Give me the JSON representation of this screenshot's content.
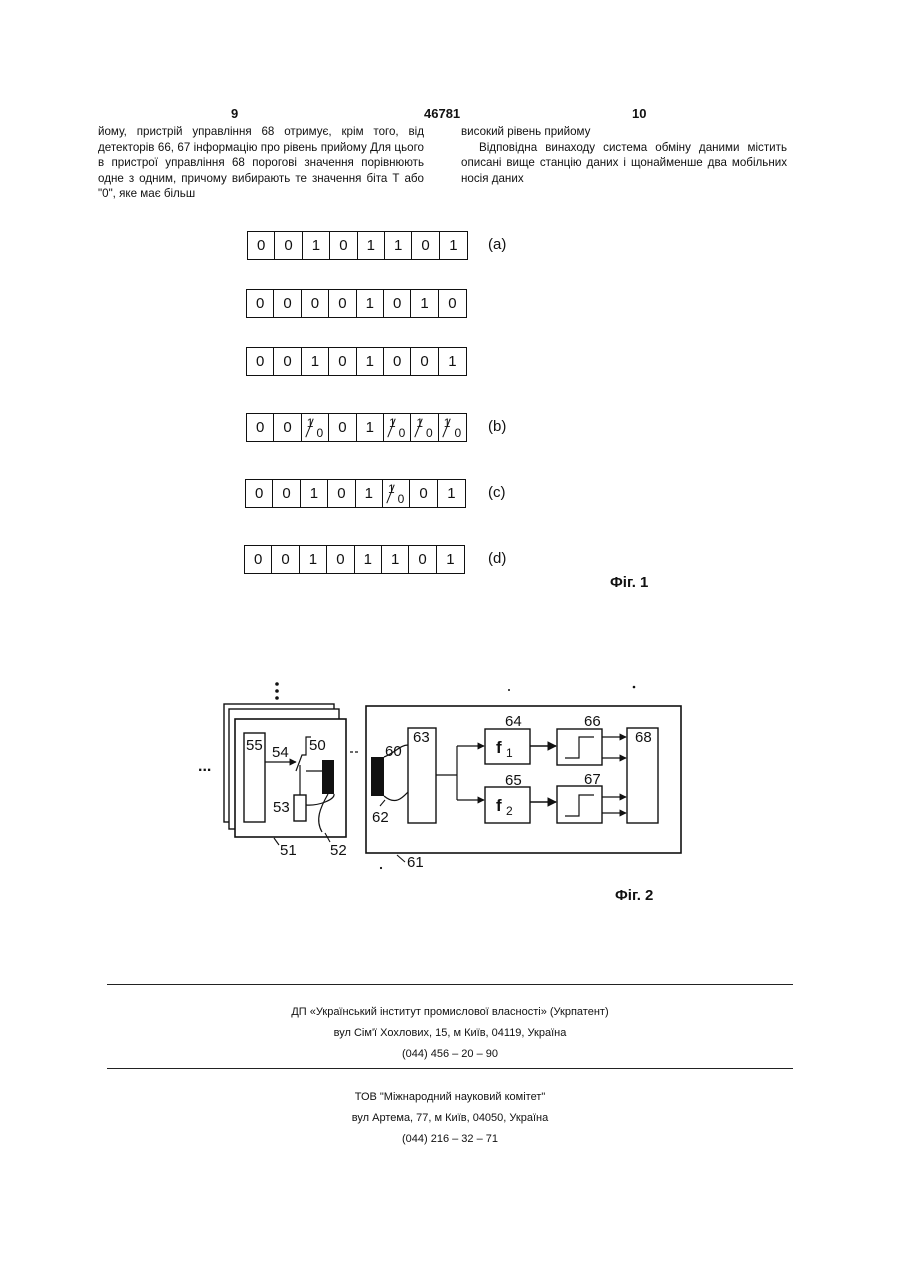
{
  "header": {
    "page_left": "9",
    "patent_no": "46781",
    "page_right": "10"
  },
  "left_column": [
    "йому, пристрій управління 68 отримує, крім того, від детекторів 66, 67 інформацію про рівень прийому Для цього в пристрої управління 68 порогові значення порівнюють одне з одним, причому вибирають те значення біта Т або \"0\", яке має більш"
  ],
  "right_column": [
    "високий рівень прийому",
    "Відповідна винаходу система обміну даними містить описані вище станцію даних і щонайменше два мобільних носія даних"
  ],
  "fig1": {
    "caption": "Фіг. 1",
    "rows": [
      {
        "label": "(a)",
        "bits": [
          "0",
          "0",
          "1",
          "0",
          "1",
          "1",
          "0",
          "1"
        ]
      },
      {
        "label": "",
        "bits": [
          "0",
          "0",
          "0",
          "0",
          "1",
          "0",
          "1",
          "0"
        ]
      },
      {
        "label": "",
        "bits": [
          "0",
          "0",
          "1",
          "0",
          "1",
          "0",
          "0",
          "1"
        ]
      },
      {
        "label": "(b)",
        "bits": [
          "0",
          "0",
          "1/0",
          "0",
          "1",
          "1/0",
          "1/0",
          "1/0"
        ]
      },
      {
        "label": "(c)",
        "bits": [
          "0",
          "0",
          "1",
          "0",
          "1",
          "1/0",
          "0",
          "1"
        ]
      },
      {
        "label": "(d)",
        "bits": [
          "0",
          "0",
          "1",
          "0",
          "1",
          "1",
          "0",
          "1"
        ]
      }
    ]
  },
  "fig2": {
    "caption": "Фіг. 2",
    "ellipsis": "...",
    "labels": {
      "l55": "55",
      "l54": "54",
      "l50": "50",
      "l53": "53",
      "l51": "51",
      "l52": "52",
      "l60": "60",
      "l62": "62",
      "l63": "63",
      "l64": "64",
      "l65": "65",
      "l66": "66",
      "l67": "67",
      "l68": "68",
      "l61": "61",
      "f1": "f",
      "f1sub": "1",
      "f2": "f",
      "f2sub": "2"
    }
  },
  "footer": {
    "org1": "ДП «Український інститут промислової власності» (Укрпатент)",
    "addr1": "вул Сім'ї Хохлових, 15, м Київ, 04119, Україна",
    "tel1": "(044) 456 – 20 –  90",
    "org2": "ТОВ \"Міжнародний науковий комітет\"",
    "addr2": "вул Артема, 77, м Київ, 04050, Україна",
    "tel2": "(044) 216 – 32 – 71"
  }
}
